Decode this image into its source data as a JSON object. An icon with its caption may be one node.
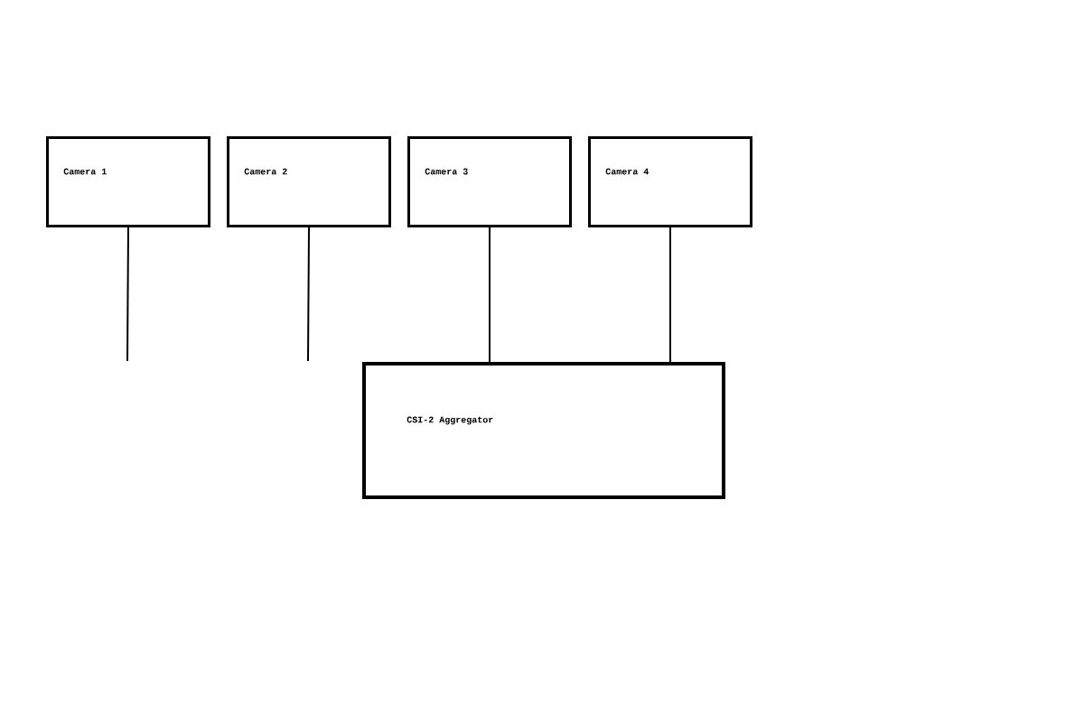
{
  "diagram": {
    "nodes": [
      {
        "text": [
          "Camera 1"
        ]
      },
      {
        "text": [
          "Camera 2"
        ]
      },
      {
        "text": [
          "Camera 3"
        ]
      },
      {
        "text": [
          "Camera 4"
        ]
      },
      {
        "text": [
          "CSI-2 Aggregator"
        ]
      }
    ],
    "edges": [
      {
        "from": 0,
        "to": null,
        "arrow": "none"
      },
      {
        "from": 1,
        "to": null,
        "arrow": "none"
      },
      {
        "from": 2,
        "to": 4,
        "arrow": "none"
      },
      {
        "from": 3,
        "to": 4,
        "arrow": "none"
      }
    ]
  }
}
